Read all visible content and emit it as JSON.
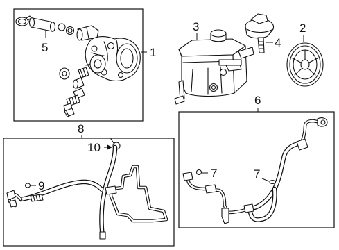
{
  "diagram": {
    "callouts": {
      "c1": "1",
      "c2": "2",
      "c3": "3",
      "c4": "4",
      "c5": "5",
      "c6": "6",
      "c7a": "7",
      "c7b": "7",
      "c8": "8",
      "c9": "9",
      "c10": "10"
    }
  }
}
